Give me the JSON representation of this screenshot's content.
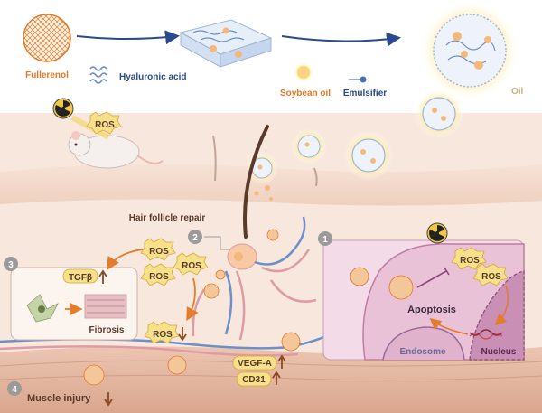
{
  "top_row": {
    "fullerenol": "Fullerenol",
    "hyaluronic_acid": "Hyaluronic acid",
    "soybean_oil": "Soybean oil",
    "emulsifier": "Emulsifier",
    "oil": "Oil"
  },
  "ros": "ROS",
  "hair_follicle_repair": "Hair follicle repair",
  "panel1": {
    "number": "1",
    "apoptosis": "Apoptosis",
    "endosome": "Endosome",
    "nucleus": "Nucleus"
  },
  "marker2": "2",
  "panel3": {
    "number": "3",
    "tgfb": "TGFβ",
    "fibrosis": "Fibrosis"
  },
  "marker4": "4",
  "muscle_injury": "Muscle injury",
  "vegfa": "VEGF-A",
  "cd31": "CD31",
  "colors": {
    "ros_badge": "#f6e08a",
    "arrow_orange": "#e37c2b",
    "arrow_brown": "#8a4a20",
    "fullerenol_outline": "#e07a28",
    "skin": "#f2d6c6",
    "cell_panel": "#f0cfe0",
    "nucleus": "#c98fb5",
    "vessel_blue": "#6d8fc9",
    "vessel_pink": "#e09aa4"
  }
}
